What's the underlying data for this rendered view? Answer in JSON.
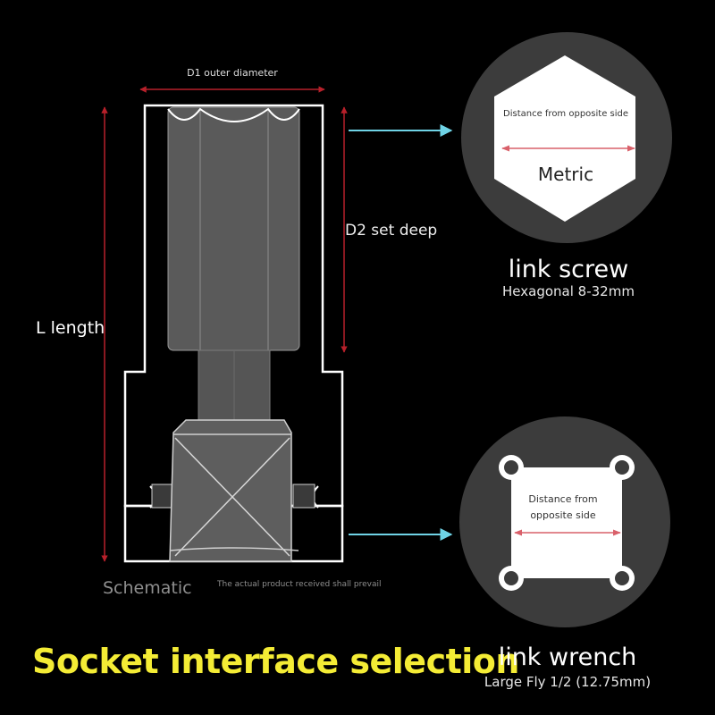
{
  "labels": {
    "d1": "D1 outer diameter",
    "d2": "D2 set deep",
    "length": "L length",
    "schematic": "Schematic",
    "note": "The actual product received shall prevail",
    "title": "Socket interface selection"
  },
  "screw": {
    "name": "link screw",
    "spec": "Hexagonal 8-32mm",
    "distance": "Distance from opposite side",
    "system": "Metric"
  },
  "wrench": {
    "name": "link wrench",
    "spec": "Large Fly 1/2 (12.75mm)",
    "distance": "Distance from opposite side"
  },
  "colors": {
    "background": "#000000",
    "outline": "#ffffff",
    "dimension_line": "#b8202a",
    "pointer_arrow": "#6fd3e6",
    "badge_circle": "#3c3c3c",
    "title": "#f4ec35",
    "muted_text": "#8e8e8e"
  }
}
